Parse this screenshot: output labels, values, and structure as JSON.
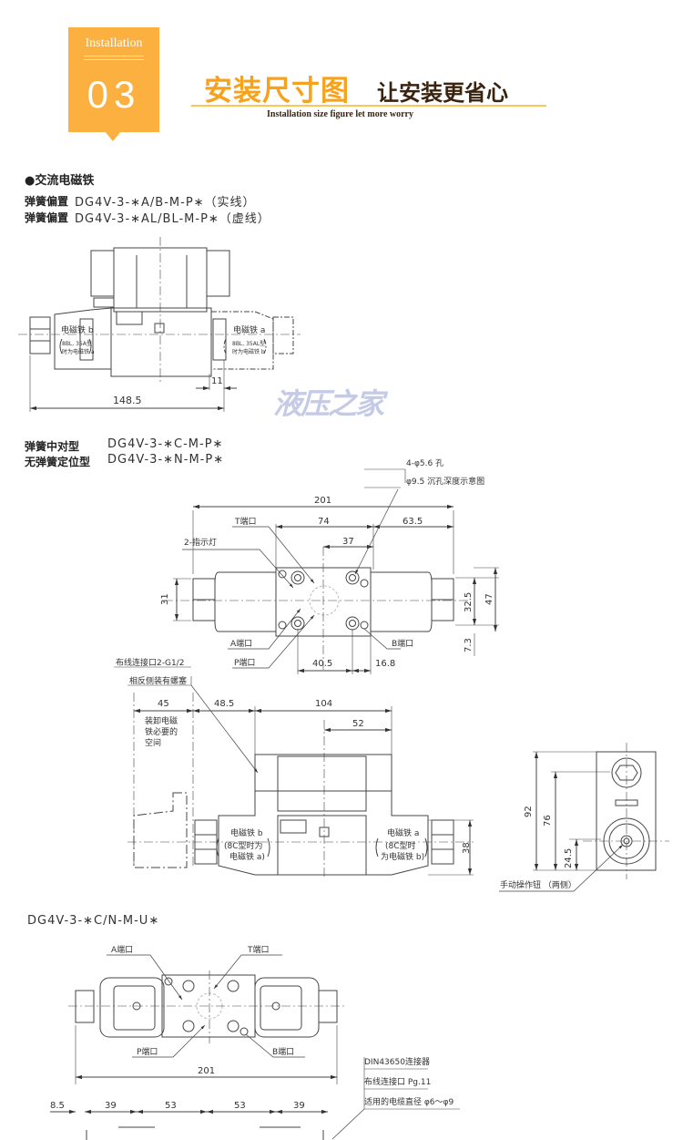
{
  "header": {
    "badge_label": "Installation",
    "badge_number": "03",
    "title": "安装尺寸图",
    "subtitle": "让安装更省心",
    "english_caption": "Installation size figure let more worry",
    "accent_color": "#fbb040"
  },
  "section1": {
    "heading": "●交流电磁铁",
    "line1_label": "弹簧偏置",
    "line1_model": "DG4V-3-∗A/B-M-P∗（实线）",
    "line2_label": "弹簧偏置",
    "line2_model": "DG4V-3-∗AL/BL-M-P∗（虚线）",
    "drawing": {
      "solenoid_b": "电磁铁 b",
      "solenoid_b_note1": "8BL, 35A型",
      "solenoid_b_note2": "时为电磁铁 a",
      "solenoid_a": "电磁铁 a",
      "solenoid_a_note1": "8BL, 35AL型",
      "solenoid_a_note2": "时为电磁铁 b",
      "dim_11": "11",
      "dim_148_5": "148.5"
    },
    "watermark": "液压之家"
  },
  "section2": {
    "line1_label": "弹簧中对型",
    "line1_model": "DG4V-3-∗C-M-P∗",
    "line2_label": "无弹簧定位型",
    "line2_model": "DG4V-3-∗N-M-P∗",
    "top_view": {
      "hole_note": "4-φ5.6 孔",
      "counterbore_note": "φ9.5 沉孔深度示意图",
      "dim_201": "201",
      "t_port": "T端口",
      "dim_74": "74",
      "dim_63_5": "63.5",
      "indicator": "2-指示灯",
      "dim_37": "37",
      "dim_31": "31",
      "dim_32_5": "32.5",
      "dim_47": "47",
      "a_port": "A端口",
      "b_port": "B端口",
      "dim_7_3": "7.3",
      "p_port": "P端口",
      "dim_40_5": "40.5",
      "dim_16_8": "16.8"
    },
    "front_view": {
      "wiring_port": "布线连接口2-G1/2",
      "plug_note": "相反侧装有螺塞",
      "dim_45": "45",
      "dim_48_5": "48.5",
      "dim_104": "104",
      "dim_52": "52",
      "space_note1": "装卸电磁",
      "space_note2": "铁必要的",
      "space_note3": "空间",
      "solenoid_b": "电磁铁 b",
      "solenoid_b_note1": "(8C型时为",
      "solenoid_b_note2": "电磁铁 a)",
      "solenoid_a": "电磁铁 a",
      "solenoid_a_note1": "(8C型时",
      "solenoid_a_note2": "为电磁铁 b)",
      "dim_38": "38"
    },
    "side_view": {
      "dim_92": "92",
      "dim_76": "76",
      "dim_24_5": "24.5",
      "manual_button": "手动操作钮 （两侧）"
    }
  },
  "section3": {
    "model": "DG4V-3-∗C/N-M-U∗",
    "a_port": "A端口",
    "t_port": "T端口",
    "p_port": "P端口",
    "b_port": "B端口",
    "dim_201": "201",
    "connector": "DIN43650连接器",
    "wiring_port": "布线连接口 Pg.11",
    "cable_dia": "适用的电缆直径 φ6～φ9",
    "dim_8_5": "8.5",
    "dim_39a": "39",
    "dim_53a": "53",
    "dim_53b": "53",
    "dim_39b": "39"
  }
}
